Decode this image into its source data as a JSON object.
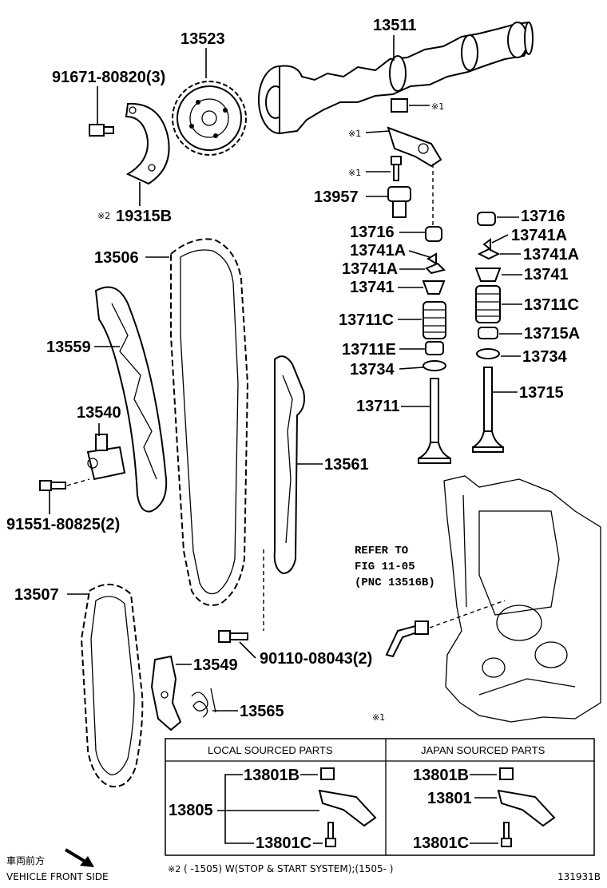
{
  "labels": {
    "p13511": "13511",
    "p13523": "13523",
    "p91671": "91671-80820(3)",
    "p19315b": "19315B",
    "m1a": "※1",
    "m1b": "※1",
    "m1c": "※1",
    "p13957": "13957",
    "p13716a": "13716",
    "p13741a1": "13741A",
    "p13741a2": "13741A",
    "p13741": "13741",
    "p13711c": "13711C",
    "p13711e": "13711E",
    "p13734": "13734",
    "p13711": "13711",
    "p13716b": "13716",
    "p13741a3": "13741A",
    "p13741a4": "13741A",
    "p13741b": "13741",
    "p13711c2": "13711C",
    "p13715a": "13715A",
    "p13734b": "13734",
    "p13715": "13715",
    "p13506": "13506",
    "p13559": "13559",
    "p13540": "13540",
    "p91551": "91551-80825(2)",
    "p13561": "13561",
    "p13507": "13507",
    "p13549": "13549",
    "p90110": "90110-08043(2)",
    "p13565": "13565",
    "m1d": "※1"
  },
  "refer": {
    "line1": "REFER TO",
    "line2": "FIG 11-05",
    "line3": "(PNC 13516B)"
  },
  "table": {
    "local_header": "LOCAL SOURCED PARTS",
    "japan_header": "JAPAN SOURCED PARTS",
    "local_top": "13801B",
    "local_group": "13805",
    "local_bottom": "13801C",
    "japan_top": "13801B",
    "japan_mid": "13801",
    "japan_bottom": "13801C"
  },
  "footer": {
    "jp_text": "車両前方",
    "vehicle_front": "VEHICLE FRONT SIDE",
    "note_mark": "※2",
    "note_text": "(      -1505) W(STOP & START SYSTEM);(1505-      )",
    "figure_code": "131931B"
  },
  "marks": {
    "x2": "※2"
  }
}
